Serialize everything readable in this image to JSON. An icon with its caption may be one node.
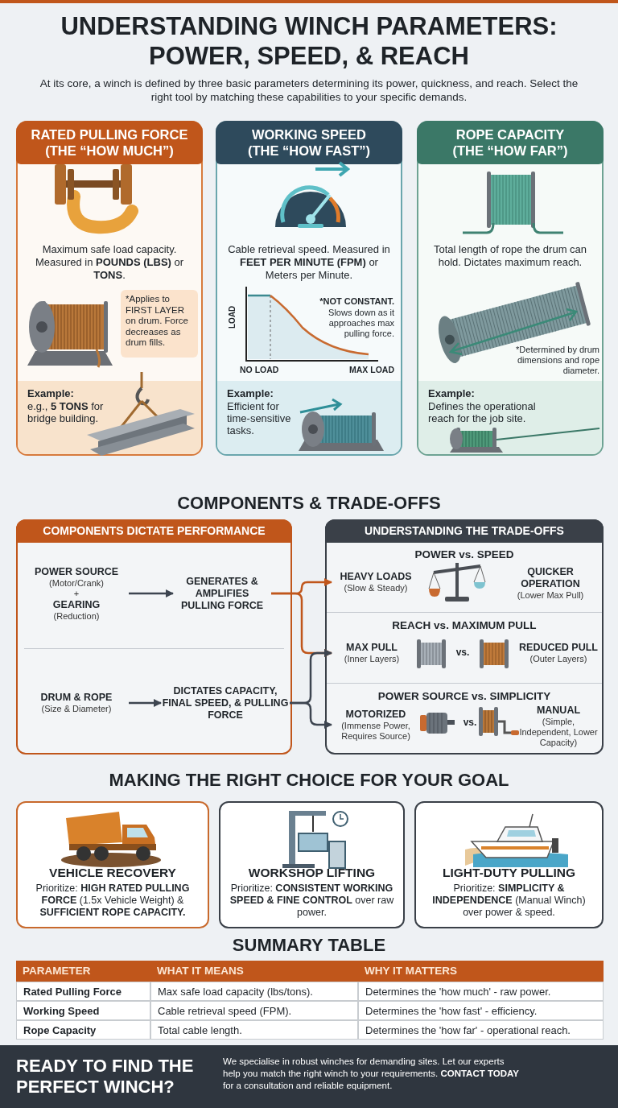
{
  "diagram": {
    "title": "UNDERSTANDING WINCH PARAMETERS: POWER, SPEED, & REACH",
    "nodes": [
      {
        "text": [
          "RATED PULLING FORCE (THE “HOW MUCH”)",
          "Maximum safe load capacity. Measured in **POUNDS (LBS)** or **TONS**.",
          "Example:",
          "e.g., **5 TONS** for bridge building."
        ]
      },
      {
        "text": [
          "*Applies to FIRST LAYER on drum. Force decreases as drum fills."
        ],
        "in": 0
      },
      {
        "text": [
          "WORKING SPEED (THE “HOW FAST”)",
          "Cable retrieval speed. Measured in **FEET PER MINUTE (FPM)** or Meters per Minute.",
          "Example:",
          "Efficient for time-sensitive tasks."
        ]
      },
      {
        "text": [
          "ROPE CAPACITY (THE “HOW FAR”)",
          "Total length of rope the drum can hold. Dictates maximum reach.",
          "Example:",
          "Defines the operational reach for the job site."
        ]
      },
      {
        "text": [
          "COMPONENTS DICTATE PERFORMANCE"
        ]
      },
      {
        "text": [
          "POWER SOURCE",
          "(Motor/Crank)",
          "+",
          "GEARING",
          "(Reduction)"
        ],
        "in": 4
      },
      {
        "text": [
          "GENERATES & AMPLIFIES PULLING FORCE"
        ],
        "in": 4
      },
      {
        "text": [
          "DRUM & ROPE",
          "(Size & Diameter)"
        ],
        "in": 4
      },
      {
        "text": [
          "DICTATES CAPACITY, FINAL SPEED, & PULLING FORCE"
        ],
        "in": 4
      },
      {
        "text": [
          "UNDERSTANDING THE TRADE-OFFS"
        ]
      },
      {
        "text": [
          "POWER vs. SPEED"
        ],
        "in": 9
      },
      {
        "text": [
          "HEAVY LOADS",
          "(Slow & Steady)"
        ],
        "in": 10
      },
      {
        "text": [
          "QUICKER OPERATION",
          "(Lower Max Pull)"
        ],
        "in": 10
      },
      {
        "text": [
          "REACH vs. MAXIMUM PULL"
        ],
        "in": 9
      },
      {
        "text": [
          "MAX PULL",
          "(Inner Layers)"
        ],
        "in": 13
      },
      {
        "text": [
          "REDUCED PULL",
          "(Outer Layers)"
        ],
        "in": 13
      },
      {
        "text": [
          "POWER SOURCE vs. SIMPLICITY"
        ],
        "in": 9
      },
      {
        "text": [
          "MOTORIZED",
          "(Immense Power, Requires Source)"
        ],
        "in": 16
      },
      {
        "text": [
          "MANUAL",
          "(Simple, Independent, Lower Capacity)"
        ],
        "in": 16
      },
      {
        "text": [
          "VEHICLE RECOVERY",
          "Prioritize: **HIGH RATED PULLING FORCE** (1.5x Vehicle Weight) & **SUFFICIENT ROPE CAPACITY.**"
        ]
      },
      {
        "text": [
          "WORKSHOP LIFTING",
          "Prioritize: **CONSISTENT WORKING SPEED & FINE CONTROL** over raw power."
        ]
      },
      {
        "text": [
          "LIGHT-DUTY PULLING",
          "Prioritize: **SIMPLICITY & INDEPENDENCE** (Manual Winch) over power & speed."
        ]
      },
      {
        "text": [
          "READY TO FIND THE PERFECT WINCH?",
          "We specialise in robust winches for demanding sites. Let our experts help you match the right winch to your requirements. **CONTACT TODAY** for a consultation and reliable equipment."
        ]
      }
    ],
    "edges": [
      {
        "from": 5,
        "to": 6,
        "arrow": "to"
      },
      {
        "from": 7,
        "to": 8,
        "arrow": "to"
      },
      {
        "from": 6,
        "to": 11,
        "arrow": "to",
        "color": "#c0561b"
      },
      {
        "from": 6,
        "to": 14,
        "arrow": "to",
        "color": "#c0561b"
      },
      {
        "from": 8,
        "to": 14,
        "arrow": "to"
      },
      {
        "from": 8,
        "to": 17,
        "arrow": "to"
      }
    ],
    "labels": [
      "At its core, a winch is defined by three basic parameters determining its power, quickness, and reach. Select the right tool by matching these capabilities to your specific demands.",
      "LOAD",
      "*NOT CONSTANT.",
      "Slows down as it approaches max pulling force.",
      "NO LOAD",
      "MAX LOAD",
      "*Determined by drum dimensions and rope diameter.",
      "COMPONENTS & TRADE-OFFS",
      "vs.",
      "vs.",
      "MAKING THE RIGHT CHOICE FOR YOUR GOAL",
      "SUMMARY TABLE",
      "PARAMETER",
      "WHAT IT MEANS",
      "WHY IT MATTERS",
      "Rated Pulling Force",
      "Max safe load capacity (lbs/tons).",
      "Determines the 'how much' - raw power.",
      "Working Speed",
      "Cable retrieval speed (FPM).",
      "Determines the 'how fast' - efficiency.",
      "Rope Capacity",
      "Total cable length.",
      "Determines the 'how far' - operational reach."
    ]
  }
}
